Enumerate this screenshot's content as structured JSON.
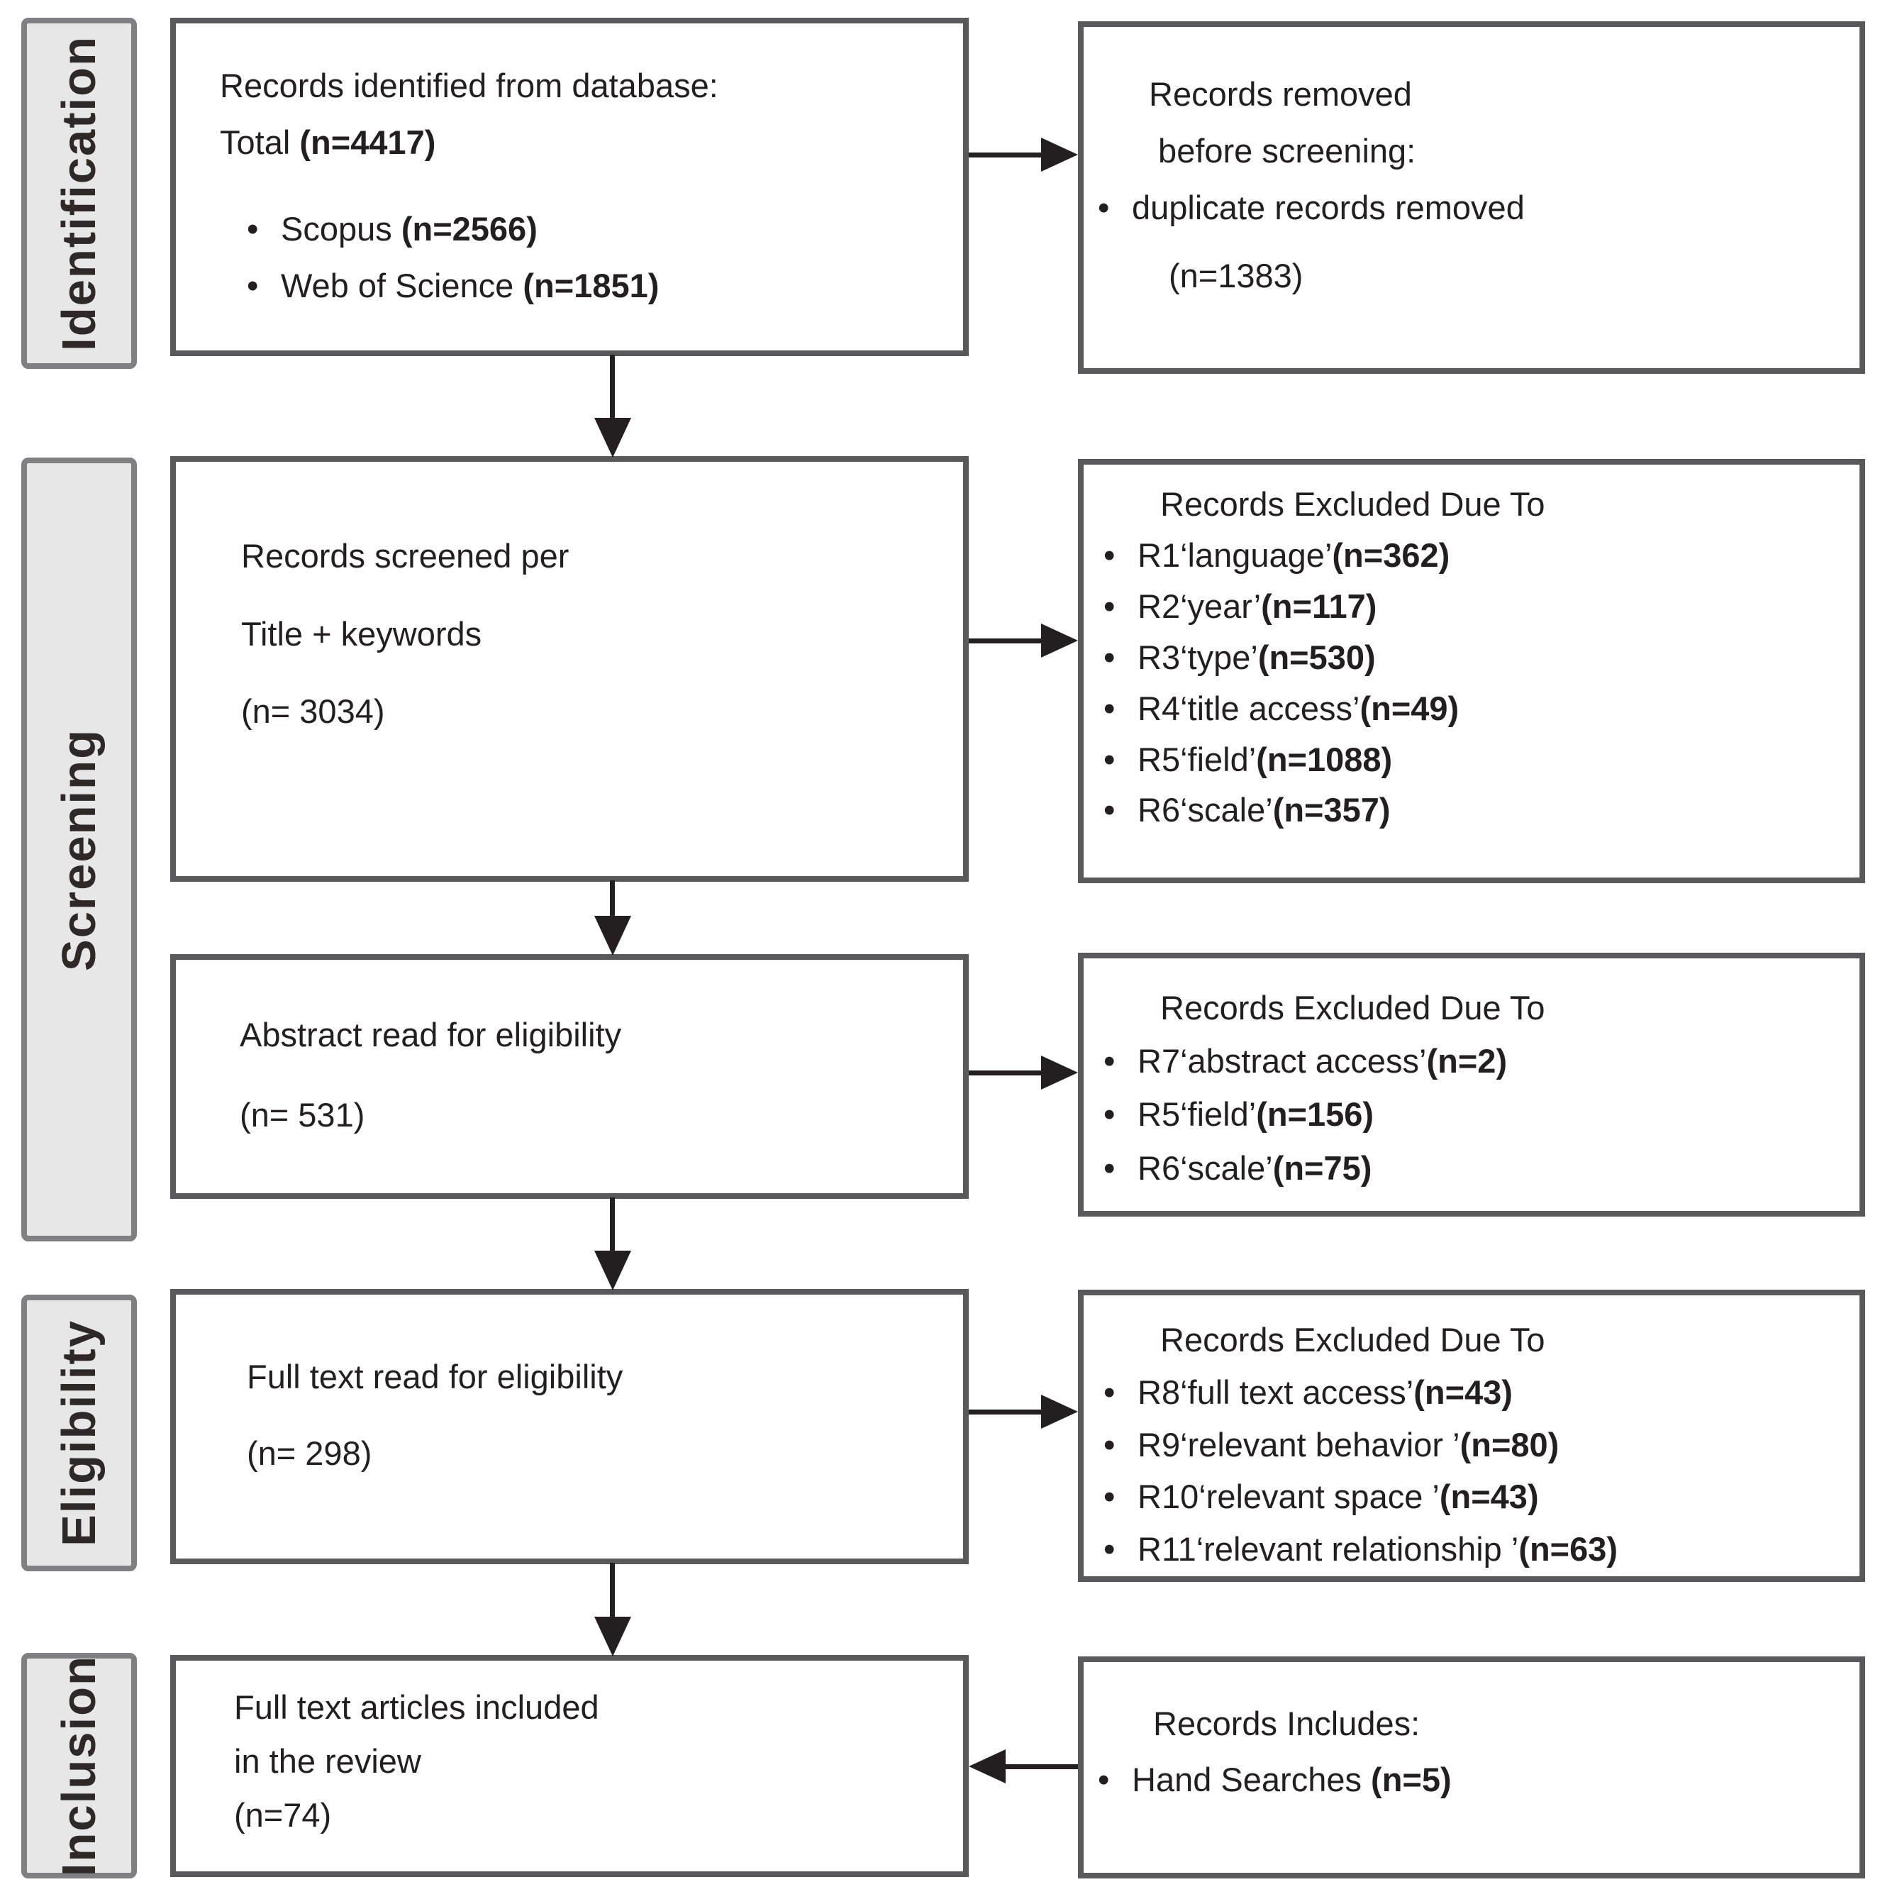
{
  "ui": {
    "bullet": "•"
  },
  "sidebar": {
    "identification": "Identification",
    "screening": "Screening",
    "eligibility": "Eligibility",
    "inclusion": "Inclusion"
  },
  "boxes": {
    "identified": {
      "lines": [
        {
          "t": "Records identified from database:"
        },
        {
          "t": "Total ",
          "n": "(n=4417)"
        }
      ],
      "bullets": [
        {
          "t": "Scopus ",
          "n": "(n=2566)"
        },
        {
          "t": "Web of Science ",
          "n": "(n=1851)"
        }
      ]
    },
    "removed": {
      "lines": [
        {
          "t": "Records removed"
        },
        {
          "t": " before screening:"
        }
      ],
      "bullets": [
        {
          "t": "duplicate records removed"
        }
      ],
      "tail": [
        {
          "t": "(n=1383)"
        }
      ]
    },
    "screened": {
      "lines": [
        {
          "t": "Records screened per"
        },
        {
          "t": "Title + keywords"
        },
        {
          "t": "(n= 3034)"
        }
      ]
    },
    "excluded1": {
      "header": "Records Excluded Due To",
      "bullets": [
        {
          "t": "R1‘language’",
          "n": "(n=362)"
        },
        {
          "t": "R2‘year’",
          "n": "(n=117)"
        },
        {
          "t": "R3‘type’",
          "n": "(n=530)"
        },
        {
          "t": "R4‘title access’",
          "n": "(n=49)"
        },
        {
          "t": "R5‘field’",
          "n": "(n=1088)"
        },
        {
          "t": "R6‘scale’",
          "n": "(n=357)"
        }
      ]
    },
    "abstract": {
      "lines": [
        {
          "t": "Abstract read for eligibility"
        },
        {
          "t": "(n= 531)"
        }
      ]
    },
    "excluded2": {
      "header": "Records Excluded Due To",
      "bullets": [
        {
          "t": "R7‘abstract access’",
          "n": "(n=2)"
        },
        {
          "t": "R5‘field’",
          "n": "(n=156)"
        },
        {
          "t": "R6‘scale’",
          "n": "(n=75)"
        }
      ]
    },
    "fulltext": {
      "lines": [
        {
          "t": "Full text read for eligibility"
        },
        {
          "t": "(n= 298)"
        }
      ]
    },
    "excluded3": {
      "header": "Records Excluded Due To",
      "bullets": [
        {
          "t": "R8‘full text access’",
          "n": "(n=43)"
        },
        {
          "t": "R9‘relevant behavior ’",
          "n": "(n=80)"
        },
        {
          "t": "R10‘relevant space ’",
          "n": "(n=43)"
        },
        {
          "t": "R11‘relevant relationship ’",
          "n": "(n=63)"
        }
      ]
    },
    "included": {
      "lines": [
        {
          "t": "Full text articles included"
        },
        {
          "t": "in the review"
        },
        {
          "t": "(n=74)"
        }
      ]
    },
    "hand": {
      "header": "Records Includes:",
      "bullets": [
        {
          "t": "Hand Searches ",
          "n": "(n=5)"
        }
      ]
    }
  }
}
